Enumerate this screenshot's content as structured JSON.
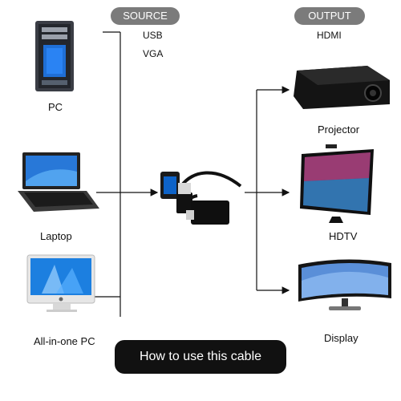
{
  "source": {
    "header": "SOURCE",
    "interfaces": [
      "USB",
      "VGA"
    ],
    "devices": [
      {
        "name": "PC",
        "icon": "desktop-tower-icon"
      },
      {
        "name": "Laptop",
        "icon": "laptop-icon"
      },
      {
        "name": "All-in-one PC",
        "icon": "all-in-one-pc-icon"
      }
    ]
  },
  "output": {
    "header": "OUTPUT",
    "interface": "HDMI",
    "devices": [
      {
        "name": "Projector",
        "icon": "projector-icon"
      },
      {
        "name": "HDTV",
        "icon": "hdtv-icon"
      },
      {
        "name": "Display",
        "icon": "curved-monitor-icon"
      }
    ]
  },
  "adapter": {
    "icon": "vga-to-hdmi-adapter-icon"
  },
  "footer": {
    "label": "How to use this cable"
  },
  "colors": {
    "header_pill": "#7b7b7b",
    "footer_bg": "#111111",
    "line": "#111111"
  }
}
